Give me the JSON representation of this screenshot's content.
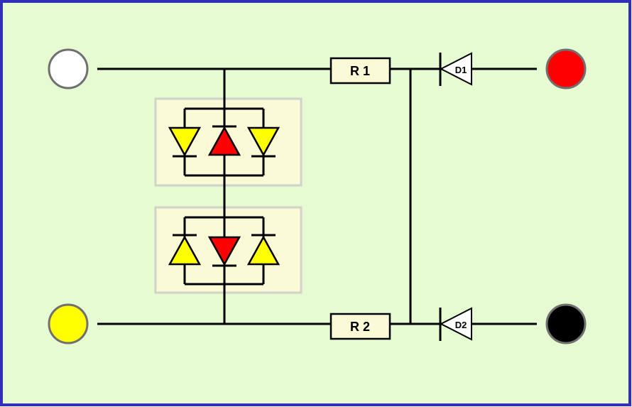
{
  "components": {
    "r1": "R 1",
    "r2": "R 2",
    "d1": "D1",
    "d2": "D2"
  },
  "colors": {
    "background": "#e6fbd2",
    "border": "#2f2fb8",
    "module_fill": "#fafad7",
    "module_border": "#d2d2c8",
    "resistor_fill": "#fafad7",
    "led_yellow": "#ffff00",
    "led_red": "#ff0000",
    "terminal_white": "#ffffff",
    "terminal_yellow": "#ffff00",
    "terminal_red": "#ff0000",
    "terminal_black": "#000000",
    "terminal_rim": "#707070"
  },
  "modules": [
    {
      "leds": [
        {
          "color": "yellow",
          "dir": "down"
        },
        {
          "color": "red",
          "dir": "up"
        },
        {
          "color": "yellow",
          "dir": "down"
        }
      ]
    },
    {
      "leds": [
        {
          "color": "yellow",
          "dir": "up"
        },
        {
          "color": "red",
          "dir": "down"
        },
        {
          "color": "yellow",
          "dir": "up"
        }
      ]
    }
  ]
}
